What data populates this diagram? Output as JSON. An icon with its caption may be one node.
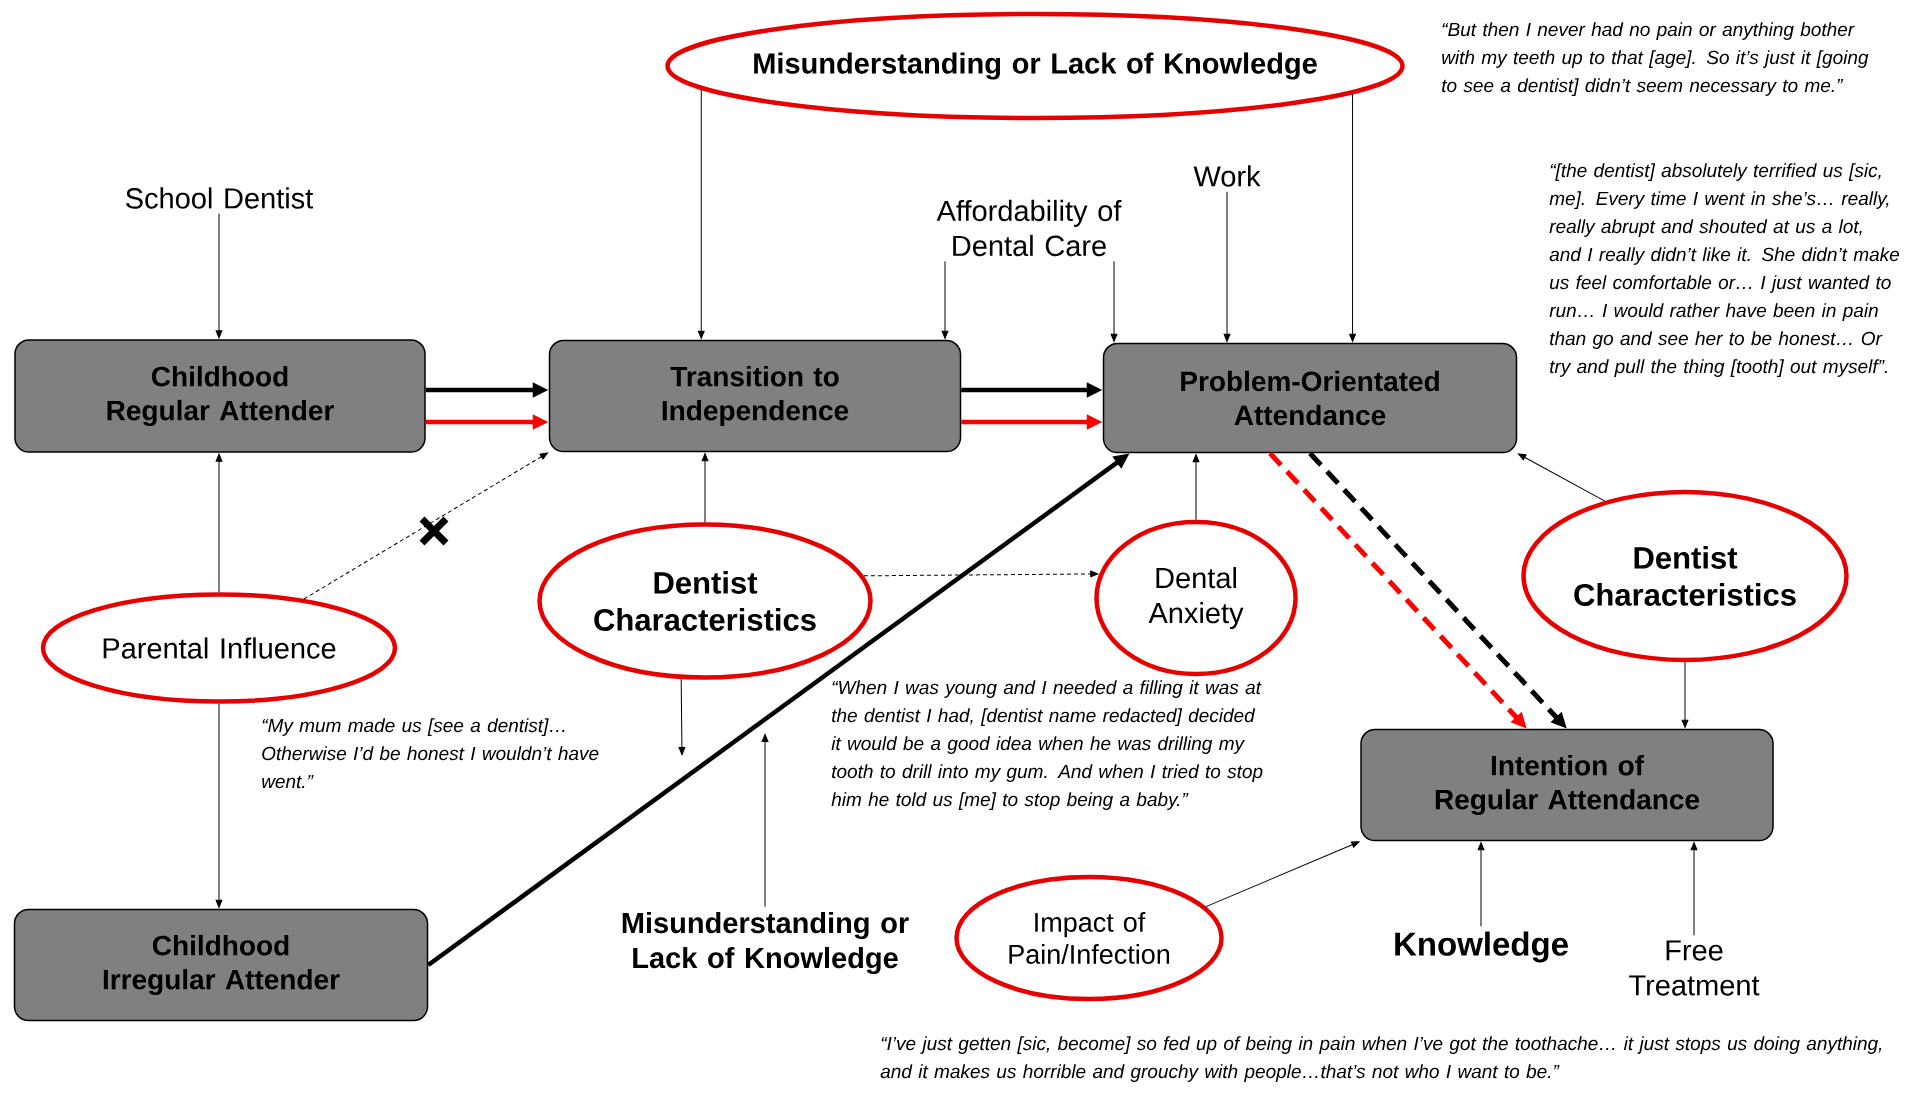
{
  "diagram": {
    "nodes": [
      {
        "text": [
          "Childhood Regular Attender"
        ]
      },
      {
        "text": [
          "Transition to Independence"
        ]
      },
      {
        "text": [
          "Problem-Orientated Attendance"
        ]
      },
      {
        "text": [
          "Intention of Regular Attendance"
        ]
      },
      {
        "text": [
          "Childhood Irregular Attender"
        ]
      },
      {
        "text": [
          "Misunderstanding or Lack of Knowledge"
        ]
      },
      {
        "text": [
          "Parental Influence"
        ]
      },
      {
        "text": [
          "Dentist Characteristics"
        ]
      },
      {
        "text": [
          "Dental Anxiety"
        ]
      },
      {
        "text": [
          "Dentist Characteristics"
        ]
      },
      {
        "text": [
          "Impact of Pain/Infection"
        ]
      },
      {
        "text": [
          "School Dentist"
        ]
      },
      {
        "text": [
          "Affordability of Dental Care"
        ]
      },
      {
        "text": [
          "Work"
        ]
      },
      {
        "text": [
          "Misunderstanding or Lack of Knowledge"
        ]
      },
      {
        "text": [
          "Knowledge"
        ]
      },
      {
        "text": [
          "Free Treatment"
        ]
      }
    ],
    "edges": [
      {
        "from": 11,
        "to": 0,
        "arrow": "to"
      },
      {
        "from": 0,
        "to": 1,
        "arrow": "to",
        "style": "thick"
      },
      {
        "from": 0,
        "to": 1,
        "arrow": "to",
        "style": "thick",
        "color": "#ff0000"
      },
      {
        "from": 1,
        "to": 2,
        "arrow": "to",
        "style": "thick"
      },
      {
        "from": 1,
        "to": 2,
        "arrow": "to",
        "style": "thick",
        "color": "#ff0000"
      },
      {
        "from": 5,
        "to": 1,
        "arrow": "to"
      },
      {
        "from": 5,
        "to": 2,
        "arrow": "to"
      },
      {
        "from": 12,
        "to": 1,
        "arrow": "to"
      },
      {
        "from": 12,
        "to": 2,
        "arrow": "to"
      },
      {
        "from": 13,
        "to": 2,
        "arrow": "to"
      },
      {
        "from": 6,
        "to": 0,
        "arrow": "to"
      },
      {
        "from": 6,
        "to": 4,
        "arrow": "to"
      },
      {
        "from": 6,
        "to": 1,
        "arrow": "to",
        "style": "dashed"
      },
      {
        "from": 7,
        "to": 1,
        "arrow": "to"
      },
      {
        "from": 7,
        "to": null,
        "arrow": "to"
      },
      {
        "from": 14,
        "to": null,
        "arrow": "to"
      },
      {
        "from": 7,
        "to": 8,
        "arrow": "to",
        "style": "dashed"
      },
      {
        "from": 8,
        "to": 2,
        "arrow": "to"
      },
      {
        "from": 4,
        "to": 2,
        "arrow": "to",
        "style": "thick"
      },
      {
        "from": 2,
        "to": 3,
        "arrow": "to",
        "style": "dashed"
      },
      {
        "from": 2,
        "to": 3,
        "arrow": "to",
        "style": "dashed",
        "color": "#ff0000"
      },
      {
        "from": 9,
        "to": 2,
        "arrow": "to"
      },
      {
        "from": 9,
        "to": 3,
        "arrow": "to"
      },
      {
        "from": 10,
        "to": 3,
        "arrow": "to"
      },
      {
        "from": 15,
        "to": 3,
        "arrow": "to"
      },
      {
        "from": 16,
        "to": 3,
        "arrow": "to"
      }
    ],
    "labels": [
      "“But then I never had no pain or anything bother with my teeth up to that [age]. So it’s just it [going to see a dentist] didn’t seem necessary to me.”",
      "“[the dentist] absolutely terrified us [sic, me]. Every time I went in she’s… really, really abrupt and shouted at us a lot, and I really didn’t like it. She didn’t make us feel comfortable or… I just wanted to run… I would rather have been in pain than go and see her to be honest… Or try and pull the thing [tooth] out myself”.",
      "“My mum made us [see a dentist]… Otherwise I’d be honest I wouldn’t have went.”",
      "“When I was young and I needed a filling it was at the dentist I had, [dentist name redacted] decided it would be a good idea when he was drilling my tooth to drill into my gum. And when I tried to stop him he told us [me] to stop being a baby.”",
      "“I’ve just getten [sic, become] so fed up of being in pain when I’ve got the toothache… it just stops us doing anything, and it makes us horrible and grouchy with people…that’s not who I want to be.”"
    ]
  }
}
